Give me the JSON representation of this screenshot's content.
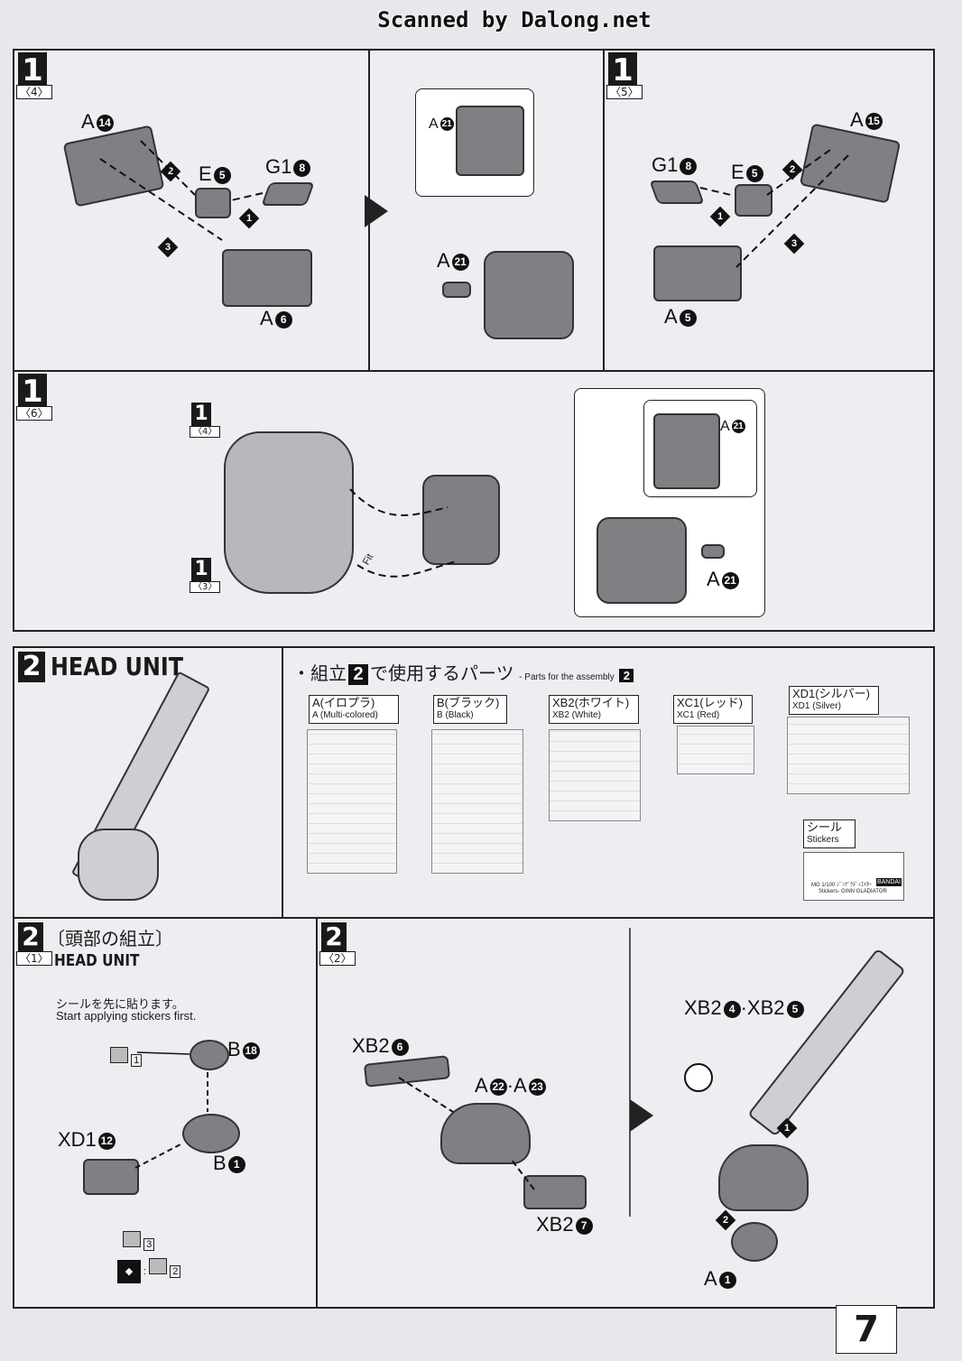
{
  "header": {
    "scan_credit": "Scanned by Dalong.net"
  },
  "page_number": "7",
  "step1": {
    "number": "1",
    "panel4": {
      "sub": "〈4〉",
      "labels": {
        "a14": "A",
        "e5": "E",
        "g18": "G1",
        "a6": "A"
      },
      "circ": {
        "a14": "14",
        "e5": "5",
        "g18": "8",
        "a6": "6"
      }
    },
    "panel5": {
      "sub": "〈5〉",
      "labels": {
        "a15": "A",
        "e5": "E",
        "g18": "G1",
        "a5": "A"
      },
      "circ": {
        "a15": "15",
        "e5": "5",
        "g18": "8",
        "a5": "5"
      }
    },
    "detail": {
      "a21_top": "A",
      "a21_bottom": "A",
      "circ": "21"
    },
    "panel6": {
      "sub": "〈6〉",
      "ref4": "〈4〉",
      "ref3": "〈3〉",
      "one": "1",
      "fit_label": "Fit",
      "a21": "A",
      "a21_b": "A",
      "circ": "21"
    },
    "diamonds": [
      "1",
      "2",
      "3"
    ]
  },
  "step2": {
    "number": "2",
    "title": "HEAD UNIT",
    "parts_heading_jp": "・組立",
    "parts_heading_jp2": "で使用するパーツ",
    "parts_heading_en": "- Parts for the assembly",
    "parts_num": "2",
    "sheets": [
      {
        "jp": "A(イロプラ)",
        "en": "A (Multi-colored)"
      },
      {
        "jp": "B(ブラック)",
        "en": "B (Black)"
      },
      {
        "jp": "XB2(ホワイト)",
        "en": "XB2 (White)"
      },
      {
        "jp": "XC1(レッド)",
        "en": "XC1 (Red)"
      },
      {
        "jp": "XD1(シルバー)",
        "en": "XD1 (Silver)"
      }
    ],
    "stickers": {
      "jp": "シール",
      "en": "Stickers",
      "label": "MG 1/100 ｼﾞﾝｸﾞﾗﾃﾞｨｴｲﾀｰ",
      "label2": "Stickers- GINN GLADIATOR",
      "brand": "BANDAI"
    }
  },
  "step2_1": {
    "sub": "〈1〉",
    "title_jp": "〔頭部の組立〕",
    "title_en": "HEAD UNIT",
    "note_jp": "シールを先に貼ります。",
    "note_en": "Start applying stickers first.",
    "labels": {
      "b18": "B",
      "b1": "B",
      "xd12": "XD1"
    },
    "circ": {
      "b18": "18",
      "b1": "1",
      "xd12": "12"
    },
    "stickers": [
      "1",
      "3",
      "2"
    ]
  },
  "step2_2": {
    "sub": "〈2〉",
    "labels": {
      "xb26": "XB2",
      "a22": "A",
      "a23": "·A",
      "xb27": "XB2",
      "xb24": "XB2",
      "xb25": "·XB2",
      "a1": "A"
    },
    "circ": {
      "xb26": "6",
      "a22": "22",
      "a23": "23",
      "xb27": "7",
      "xb24": "4",
      "xb25": "5",
      "a1": "1"
    }
  }
}
